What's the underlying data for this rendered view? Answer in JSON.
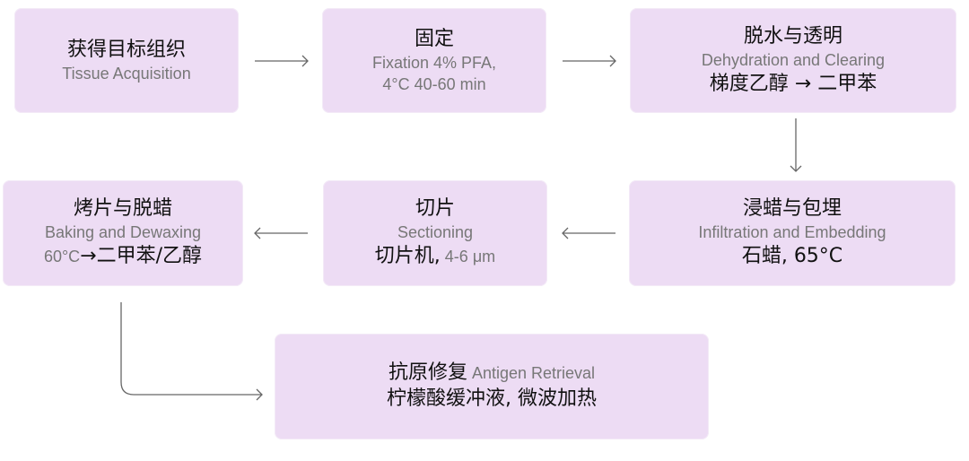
{
  "colors": {
    "box_fill": "#eddcf4",
    "primary_text": "#111111",
    "secondary_text": "#777777",
    "arrow": "#666666"
  },
  "steps": [
    {
      "zh": "获得目标组织",
      "en": "Tissue Acquisition"
    },
    {
      "zh": "固定",
      "en_line1": "Fixation 4% PFA,",
      "en_line2": "4°C 40-60 min"
    },
    {
      "zh": "脱水与透明",
      "en": "Dehydration and Clearing",
      "detail": "梯度乙醇 → 二甲苯"
    },
    {
      "zh": "浸蜡与包埋",
      "en": "Infiltration and Embedding",
      "detail": "石蜡, 65°C"
    },
    {
      "zh": "切片",
      "en": "Sectioning",
      "detail_zh": "切片机,",
      "detail_en": " 4-6 μm"
    },
    {
      "zh": "烤片与脱蜡",
      "en": "Baking and Dewaxing",
      "detail_en": "60°C",
      "detail_zh": "→二甲苯/乙醇"
    },
    {
      "zh": "抗原修复",
      "en": " Antigen Retrieval",
      "detail": "柠檬酸缓冲液, 微波加热"
    }
  ]
}
